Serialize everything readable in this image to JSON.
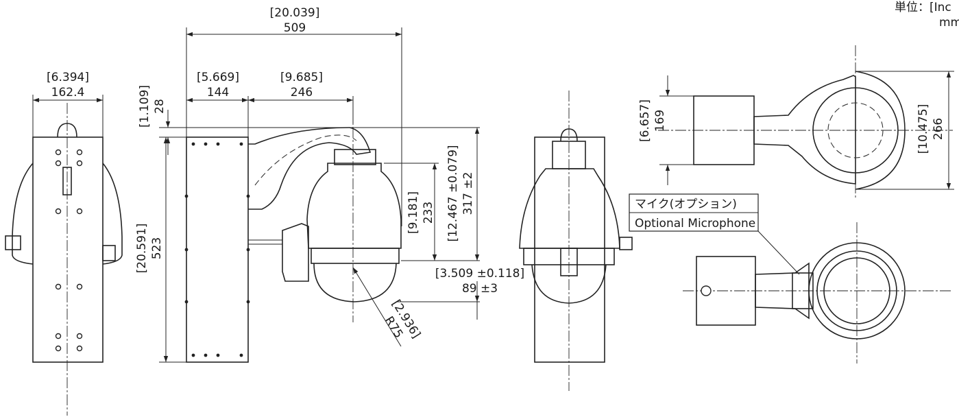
{
  "unit_label": {
    "line1": "単位：[Inc",
    "line2": "mm"
  },
  "dimensions": {
    "overall_width_in": "[20.039]",
    "overall_width_mm": "509",
    "front_width_in": "[6.394]",
    "front_width_mm": "162.4",
    "box_depth_in": "[5.669]",
    "box_depth_mm": "144",
    "arm_reach_in": "[9.685]",
    "arm_reach_mm": "246",
    "top_offset_in": "[1.109]",
    "top_offset_mm": "28",
    "box_height_in": "[20.591]",
    "box_height_mm": "523",
    "dome_body_in": "[9.181]",
    "dome_body_mm": "233",
    "dome_total_in": "[12.467 ±0.079]",
    "dome_total_mm": "317 ±2",
    "dome_cover_in": "[3.509 ±0.118]",
    "dome_cover_mm": "89 ±3",
    "radius_in": "[2.936]",
    "radius_mm": "R75",
    "top_box_in": "[6.657]",
    "top_box_mm": "169",
    "top_dome_in": "[10.475]",
    "top_dome_mm": "266"
  },
  "callout": {
    "jp": "マイク(オプション)",
    "en": "Optional Microphone"
  }
}
